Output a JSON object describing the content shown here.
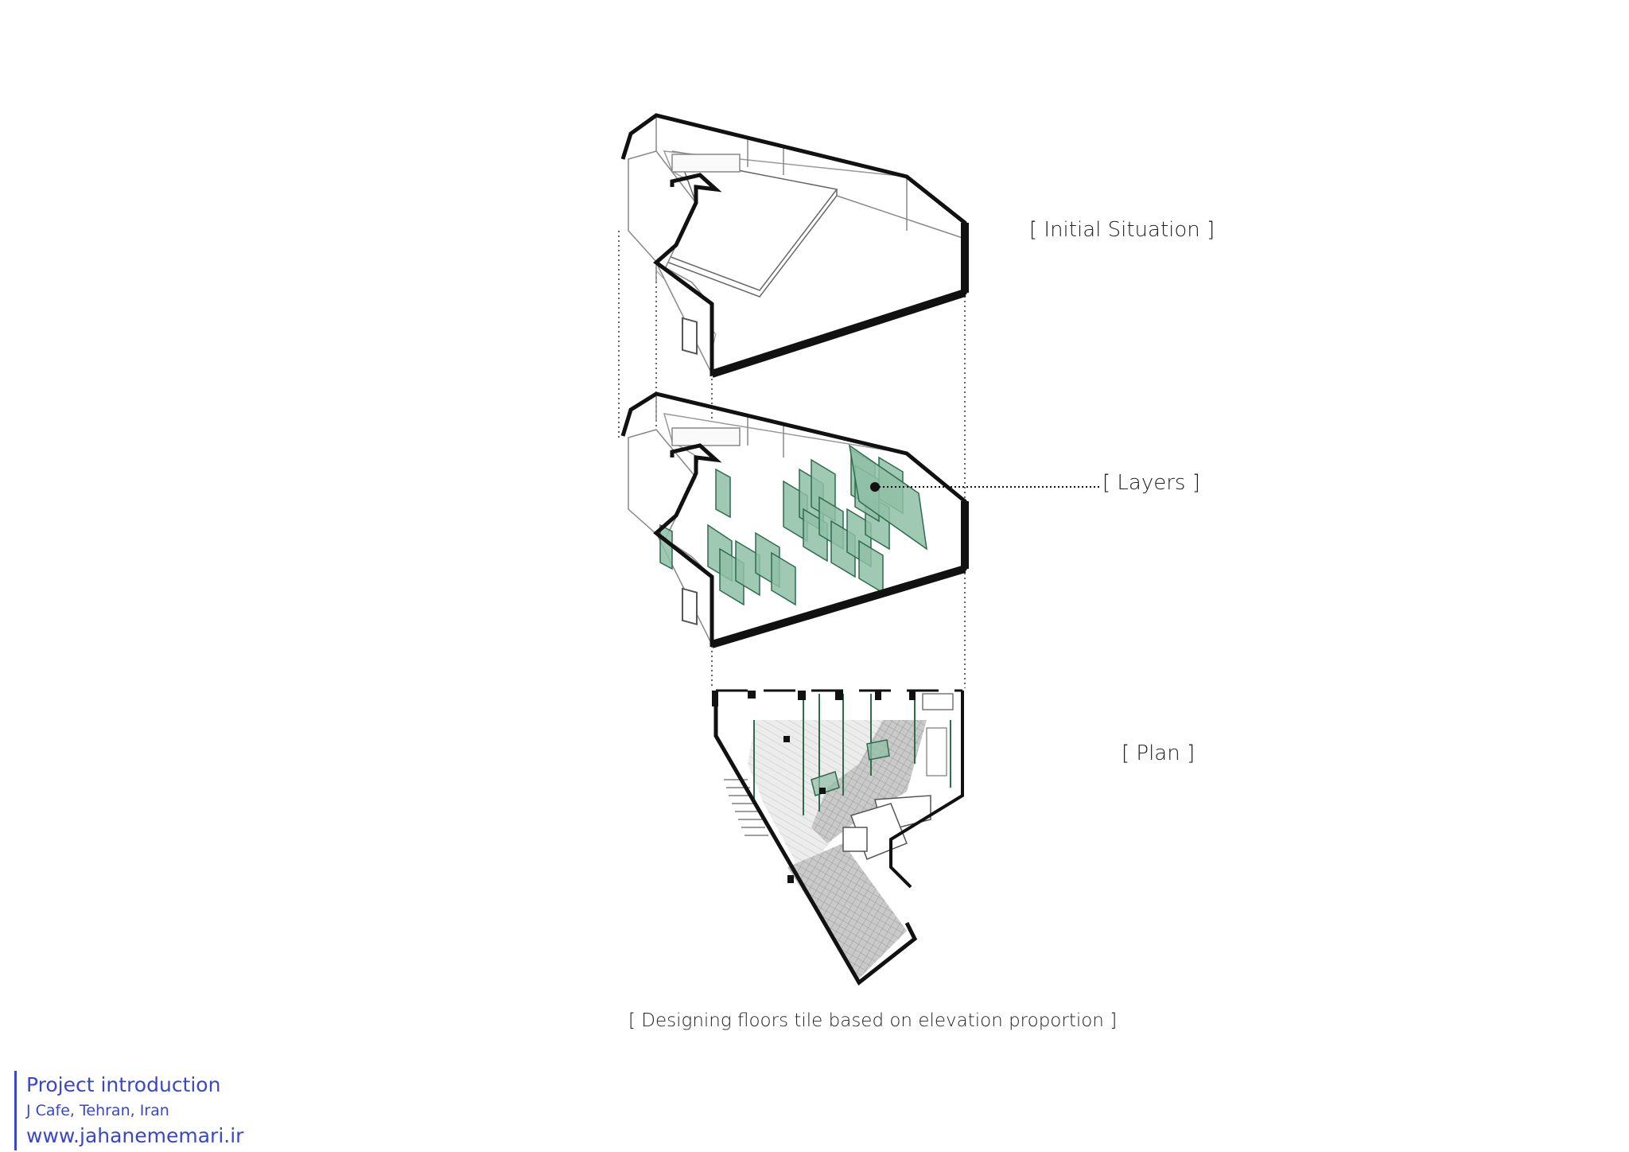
{
  "labels": {
    "initial": "[ Initial Situation ]",
    "layers": "[ Layers ]",
    "plan": "[ Plan ]",
    "caption": "[ Designing floors tile based on elevation proportion ]"
  },
  "credit": {
    "title": "Project introduction",
    "subtitle": "J Cafe, Tehran, Iran",
    "url": "www.jahanememari.ir"
  },
  "colors": {
    "accent": "#3b47c8",
    "layer_fill": "#8fbfa6",
    "layer_stroke": "#2f6b4e",
    "floor_tile": "#b8b8b8"
  }
}
